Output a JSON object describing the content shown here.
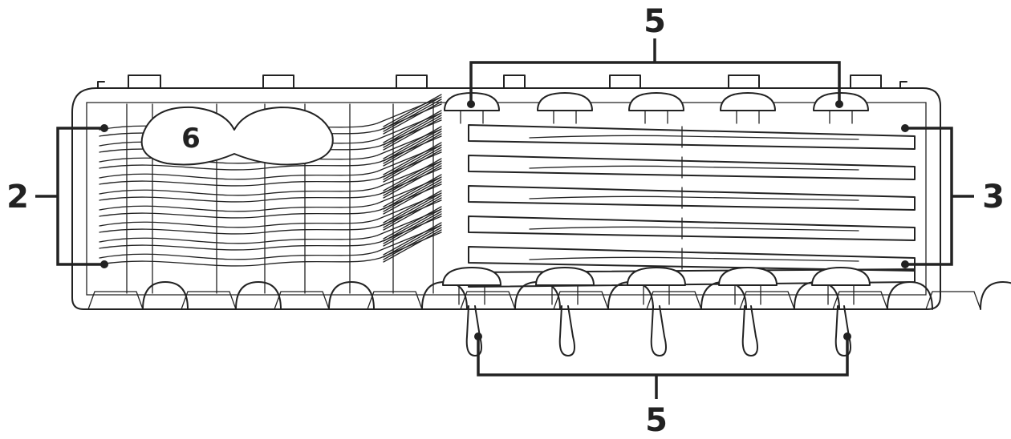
{
  "callouts": {
    "top": "5",
    "left": "2",
    "right": "3",
    "bottom": "5",
    "inner": "6"
  },
  "colors": {
    "line": "#222222",
    "background": "#ffffff"
  }
}
